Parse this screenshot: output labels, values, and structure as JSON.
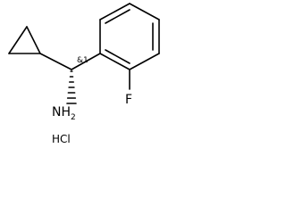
{
  "molecule": {
    "stereo_descriptor": "&1",
    "amine_label": "NH",
    "amine_subscript": "2",
    "fluorine_label": "F",
    "salt_label": "HCl"
  }
}
